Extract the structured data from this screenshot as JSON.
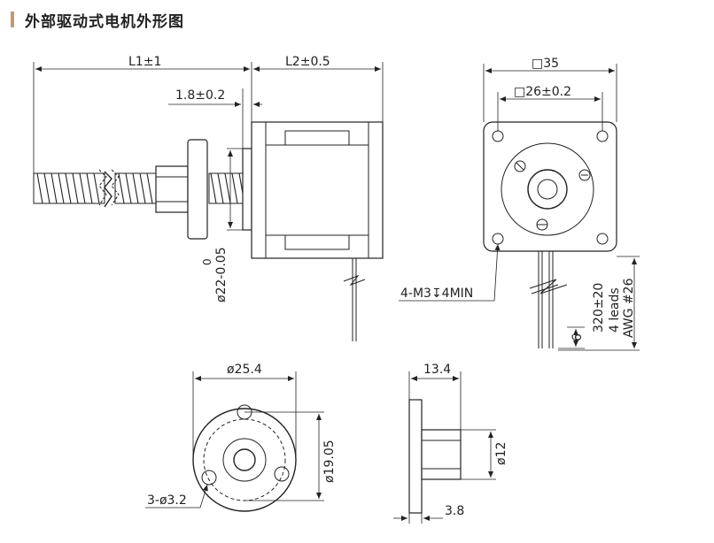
{
  "header": {
    "title": "外部驱动式电机外形图"
  },
  "colors": {
    "accent": "#c49a6c",
    "line": "#222222"
  },
  "labels": {
    "l1": "L1±1",
    "l2": "L2±0.5",
    "flange_thick": "1.8±0.2",
    "pilot_dia": "ø22-0.05",
    "pilot_tol_upper": "0",
    "square_outer": "□35",
    "square_holes": "□26±0.2",
    "mount_screws": "4-M3↧4MIN",
    "lead_length": "320±20",
    "lead_count": "4 leads",
    "lead_awg": "AWG #26",
    "strip_len": "6",
    "nut_flange_dia": "ø25.4",
    "nut_bolt_circle": "ø19.05",
    "nut_holes": "3-ø3.2",
    "nut_length": "13.4",
    "nut_body_dia": "ø12",
    "nut_flange_thick": "3.8"
  }
}
